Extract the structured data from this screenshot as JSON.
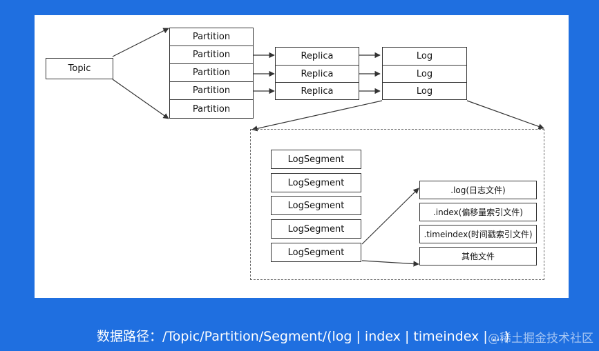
{
  "diagram": {
    "topic": "Topic",
    "partitions": [
      "Partition",
      "Partition",
      "Partition",
      "Partition",
      "Partition"
    ],
    "replicas": [
      "Replica",
      "Replica",
      "Replica"
    ],
    "logs": [
      "Log",
      "Log",
      "Log"
    ],
    "segments": [
      "LogSegment",
      "LogSegment",
      "LogSegment",
      "LogSegment",
      "LogSegment"
    ],
    "files": [
      ".log(日志文件)",
      ".index(偏移量索引文件)",
      ".timeindex(时间戳索引文件)",
      "其他文件"
    ]
  },
  "caption": "数据路径：/Topic/Partition/Segment/(log | index | timeindex | ...)",
  "watermark": "@稀土掘金技术社区",
  "colors": {
    "background": "#1f6fe0",
    "panel": "#ffffff",
    "line": "#333333"
  }
}
